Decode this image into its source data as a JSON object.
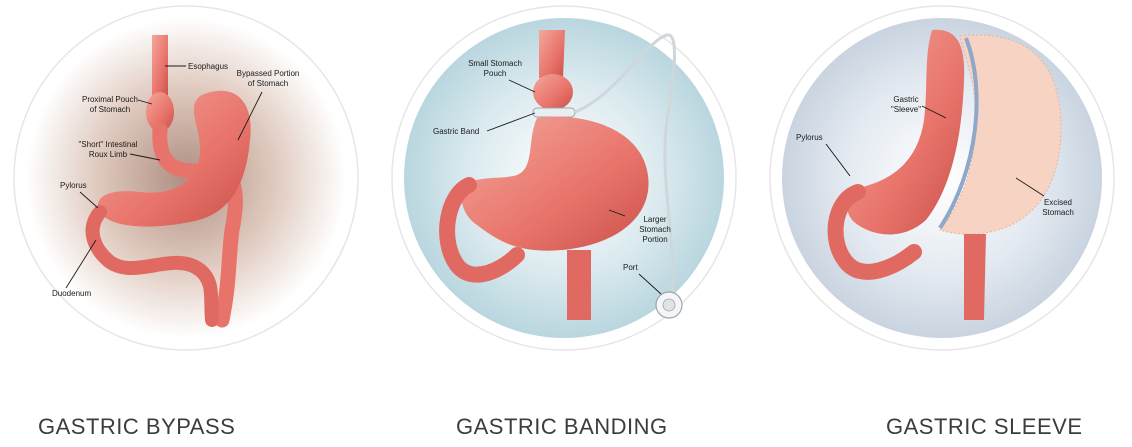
{
  "panels": [
    {
      "title": "GASTRIC BYPASS",
      "labels": {
        "esophagus": "Esophagus",
        "bypassed_1": "Bypassed Portion",
        "bypassed_2": "of Stomach",
        "proximal_1": "Proximal Pouch",
        "proximal_2": "of Stomach",
        "short_1": "\"Short\" Intestinal",
        "short_2": "Roux Limb",
        "pylorus": "Pylorus",
        "duodenum": "Duodenum"
      }
    },
    {
      "title": "GASTRIC BANDING",
      "labels": {
        "small_1": "Small Stomach",
        "small_2": "Pouch",
        "band": "Gastric Band",
        "larger_1": "Larger",
        "larger_2": "Stomach",
        "larger_3": "Portion",
        "port": "Port"
      }
    },
    {
      "title": "GASTRIC SLEEVE",
      "labels": {
        "gastric_1": "Gastric",
        "gastric_2": "\"Sleeve\"",
        "pylorus": "Pylorus",
        "excised_1": "Excised",
        "excised_2": "Stomach"
      }
    }
  ],
  "colors": {
    "tissue": "#e8736a",
    "tissue_dark": "#c9524b",
    "tissue_light": "#f4a79c",
    "excised": "#f7d3c4",
    "bypass_bg": "#d9bfb2",
    "banding_bg": "#cfe3ea",
    "sleeve_bg": "#dfe6ef",
    "caption": "#3a3d40"
  }
}
